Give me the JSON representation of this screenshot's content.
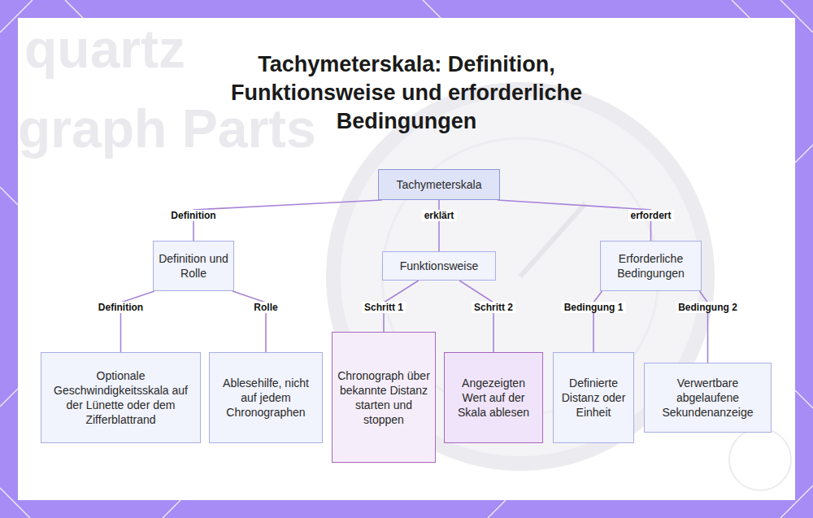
{
  "diagram": {
    "title": "Tachymeterskala: Definition, Funktionsweise und erforderliche Bedingungen",
    "nodes": [
      {
        "text": [
          "Tachymeterskala"
        ]
      },
      {
        "text": [
          "Definition und Rolle"
        ]
      },
      {
        "text": [
          "Funktionsweise"
        ]
      },
      {
        "text": [
          "Erforderliche Bedingungen"
        ]
      },
      {
        "text": [
          "Optionale Geschwindigkeitsskala auf der Lünette oder dem Zifferblattrand"
        ]
      },
      {
        "text": [
          "Ablesehilfe, nicht auf jedem Chronographen"
        ]
      },
      {
        "text": [
          "Chronograph über bekannte Distanz starten und stoppen"
        ]
      },
      {
        "text": [
          "Angezeigten Wert auf der Skala ablesen"
        ]
      },
      {
        "text": [
          "Definierte Distanz oder Einheit"
        ]
      },
      {
        "text": [
          "Verwertbare abgelaufene Sekundenanzeige"
        ]
      }
    ],
    "edges": [
      {
        "from": 0,
        "to": 1,
        "label": "Definition",
        "arrow": "none"
      },
      {
        "from": 0,
        "to": 2,
        "label": "erklärt",
        "arrow": "none"
      },
      {
        "from": 0,
        "to": 3,
        "label": "erfordert",
        "arrow": "none"
      },
      {
        "from": 1,
        "to": 4,
        "label": "Definition",
        "arrow": "none"
      },
      {
        "from": 1,
        "to": 5,
        "label": "Rolle",
        "arrow": "none"
      },
      {
        "from": 2,
        "to": 6,
        "label": "Schritt 1",
        "arrow": "none"
      },
      {
        "from": 2,
        "to": 7,
        "label": "Schritt 2",
        "arrow": "none"
      },
      {
        "from": 3,
        "to": 8,
        "label": "Bedingung 1",
        "arrow": "none"
      },
      {
        "from": 3,
        "to": 9,
        "label": "Bedingung 2",
        "arrow": "none"
      }
    ],
    "labels": [
      "quartz",
      "graph Parts"
    ]
  }
}
